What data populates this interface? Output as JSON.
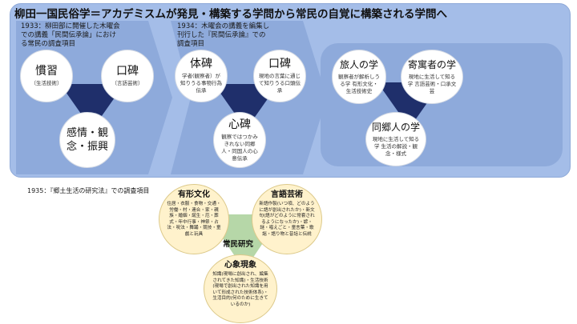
{
  "title": "柳田一国民俗学＝アカデミスムが発見・構築する学問から常民の自覚に構築される学問へ",
  "stages": [
    {
      "label": [
        "1933：柳田部に開催した木曜会",
        "での講義「民間伝承論」におけ",
        "る常民の調査項目"
      ],
      "circles": [
        {
          "title": "慣習",
          "sub": "（生活技術）"
        },
        {
          "title": "口碑",
          "sub": "（言語芸術）"
        },
        {
          "title": "感情・観念・振興",
          "sub": ""
        }
      ]
    },
    {
      "label": [
        "1934：木曜会の講義を編集し",
        "刊行した『民間伝承論』での",
        "調査項目"
      ],
      "circles": [
        {
          "title": "体碑",
          "sub": "学者(観察者）が知りうる事物行為伝承"
        },
        {
          "title": "口碑",
          "sub": "現地の言葉に通じて知りうる口頭伝承"
        },
        {
          "title": "心碑",
          "sub": "観察ではつかみきれない同郷人・同国人の心意伝承"
        }
      ]
    },
    {
      "label": [],
      "circles": [
        {
          "title": "旅人の学",
          "sub": "観察者が解析しうる学 有形文化・生活技術史"
        },
        {
          "title": "寄寓者の学",
          "sub": "現地に生活して知る学 言語芸術・口承文芸"
        },
        {
          "title": "同郷人の学",
          "sub": "現地に生活して知る学 生活の解説・観念・様式"
        }
      ]
    }
  ],
  "section_1935": {
    "label": "1935：『郷土生活の研究法』での調査項目",
    "center": "常民研究",
    "circles": [
      {
        "title": "有形文化",
        "sub": "住居・衣服・食物・交通・労働・村・連合・家・親族・婚姻・誕生・厄・葬式・年中行事・神祭・占法・呪法・舞踊・競技・童戯と玩具"
      },
      {
        "title": "言語芸術",
        "sub": "新語作製(いつ頃、どのように語が創出されたか)・新文句(語がどのように常套されるようになったか)・諺・謎・唱えごと・童言葉・歌謡・語り物と昔話と伝説"
      },
      {
        "title": "心象現象",
        "sub": "知識(現場に創出され、編集されてきた知識)・生活技術(現場で創出された知識を用いて形成された技術体系)・生活目的(何のために生きているのか)"
      }
    ]
  },
  "colors": {
    "panel": "#a4bde8",
    "chevron": "#8eaadb",
    "triangle_dark": "#1f2f6b",
    "triangle_green": "#b6d7a8",
    "circle_yellow": "#fff2cc"
  }
}
